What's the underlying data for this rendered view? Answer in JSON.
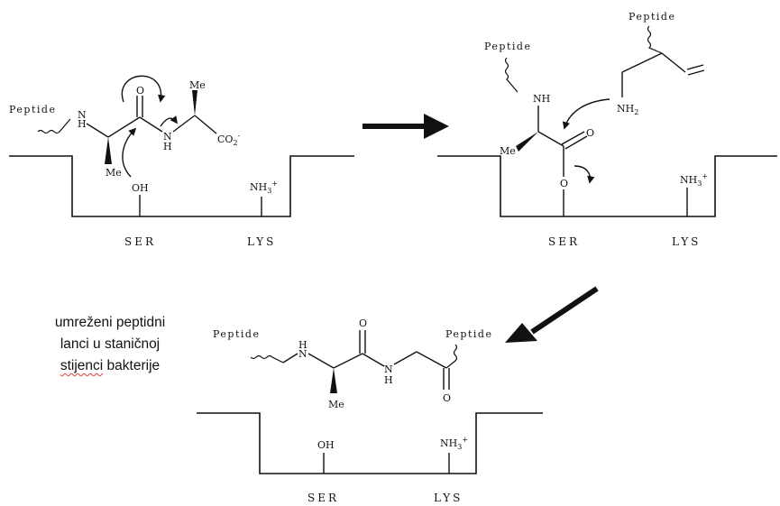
{
  "labels": {
    "peptide": "Peptide",
    "ser": "SER",
    "lys": "LYS",
    "nh": "NH",
    "n": "N",
    "h": "H",
    "o": "O",
    "oh": "OH",
    "me": "Me",
    "nh2": "NH",
    "nh2_sub": "2",
    "nh3": "NH",
    "nh3_sub": "3",
    "nh3_sup": "+",
    "co2": "CO",
    "co2_sub": "2",
    "co2_sup": "-"
  },
  "caption": {
    "line1": "umreženi peptidni",
    "line2": "lanci u staničnoj",
    "line3_word1": "stijenci",
    "line3_word2": "bakterije"
  },
  "colors": {
    "ink": "#111111",
    "spellcheck_underline": "#e23b3b",
    "background": "#ffffff"
  }
}
